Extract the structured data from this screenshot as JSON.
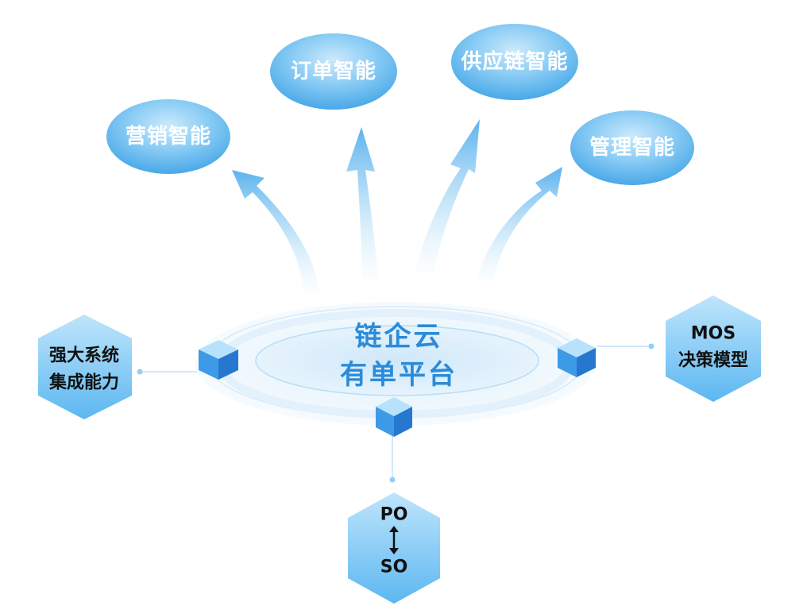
{
  "center": {
    "line1": "链企云",
    "line2": "有单平台"
  },
  "bubbles": [
    {
      "label": "营销智能"
    },
    {
      "label": "订单智能"
    },
    {
      "label": "供应链智能"
    },
    {
      "label": "管理智能"
    }
  ],
  "hexagons": [
    {
      "line1": "强大系统",
      "line2": "集成能力"
    },
    {
      "line1": "MOS",
      "line2": "决策模型"
    },
    {
      "line1": "PO",
      "line2": "SO"
    }
  ],
  "colors": {
    "bubble": "#5ab4ee",
    "hexagon": "#7ccaf6",
    "center_text": "#2b8bd8",
    "arrow": "#6dbcf0"
  }
}
